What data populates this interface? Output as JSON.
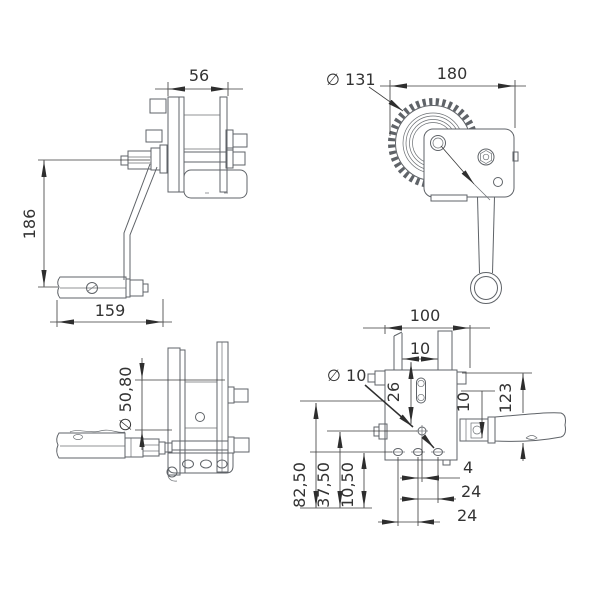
{
  "colors": {
    "background": "#ffffff",
    "geometry": "#5f6368",
    "dimension": "#333333"
  },
  "views": {
    "side": {
      "label": "side-view-handle-down",
      "dims": {
        "drum_width": "56",
        "overall_height": "186",
        "handle_length": "159"
      }
    },
    "front": {
      "label": "front-view",
      "dims": {
        "gear_diameter": "∅ 131",
        "overall_width": "180"
      }
    },
    "folded": {
      "label": "side-view-handle-folded",
      "dims": {
        "drum_diameter": "∅ 50,80"
      }
    },
    "top": {
      "label": "top-view",
      "dims": {
        "overall_width": "100",
        "flange_gap": "10",
        "hole_diameter": "∅ 10",
        "slot_length": "26",
        "hub_width": "10",
        "overall_height": "123",
        "hole_offset": "4",
        "hole_pitch_right": "24",
        "hole_pitch_left": "24",
        "height_top": "82,50",
        "height_mid": "37,50",
        "height_bottom": "10,50"
      }
    }
  }
}
